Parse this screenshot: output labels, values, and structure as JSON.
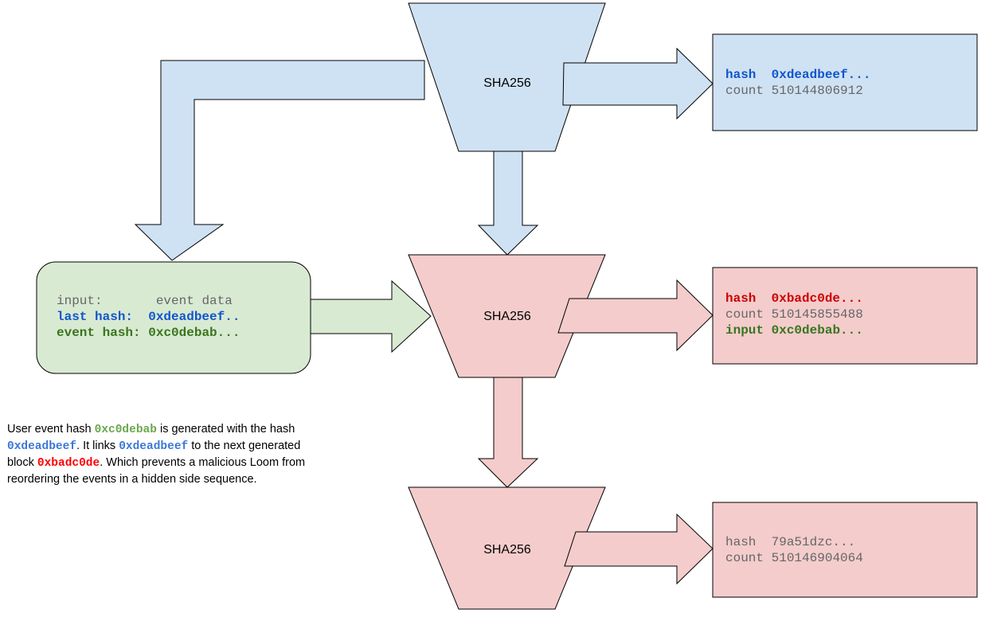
{
  "sha_label": "SHA256",
  "blocks": {
    "top": {
      "hash_key": "hash",
      "hash_value": "0xdeadbeef...",
      "count_key": "count",
      "count_value": "510144806912"
    },
    "mid": {
      "hash_key": "hash",
      "hash_value": "0xbadc0de...",
      "count_key": "count",
      "count_value": "510145855488",
      "input_key": "input",
      "input_value": "0xc0debab..."
    },
    "bottom": {
      "hash_key": "hash",
      "hash_value": "79a51dzc...",
      "count_key": "count",
      "count_value": "510146904064"
    }
  },
  "event_box": {
    "input_key": "input:",
    "input_value": "event data",
    "last_hash_key": "last hash:",
    "last_hash_value": "0xdeadbeef..",
    "event_hash_key": "event hash:",
    "event_hash_value": "0xc0debab..."
  },
  "note": {
    "p1": "User event hash ",
    "h1": "0xc0debab",
    "p2": " is generated with the hash ",
    "h2": "0xdeadbeef",
    "p3": ".  It links ",
    "h3": "0xdeadbeef",
    "p4": " to the next generated block ",
    "h4": "0xbadc0de",
    "p5": ".  Which prevents a malicious Loom from reordering the events in a hidden side sequence."
  },
  "colors": {
    "blue_fill": "#cfe2f3",
    "pink_fill": "#f4cccc",
    "green_fill": "#d9ead3",
    "stroke": "#000000"
  }
}
